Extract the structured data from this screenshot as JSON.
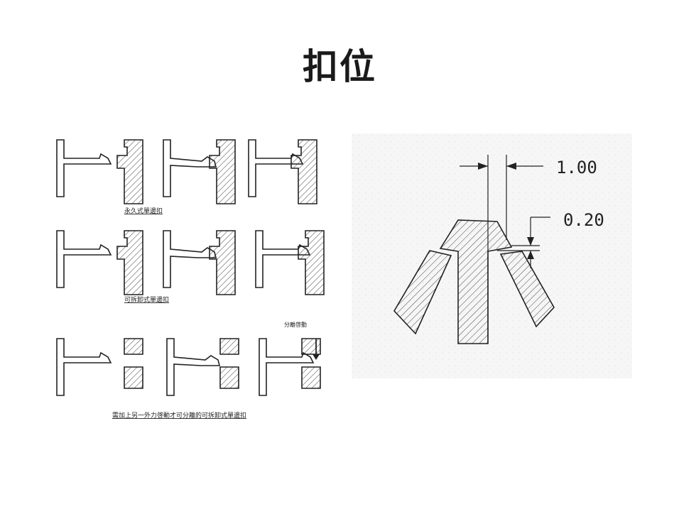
{
  "title": "扣位",
  "left_figure": {
    "captions": [
      "永久式單邊扣",
      "可拆卸式單邊扣",
      "需加上另一外力啓動才可分離的可拆卸式單邊扣"
    ],
    "release_label": "分離啓動"
  },
  "right_figure": {
    "dimensions": [
      "1.00",
      "0.20"
    ]
  }
}
